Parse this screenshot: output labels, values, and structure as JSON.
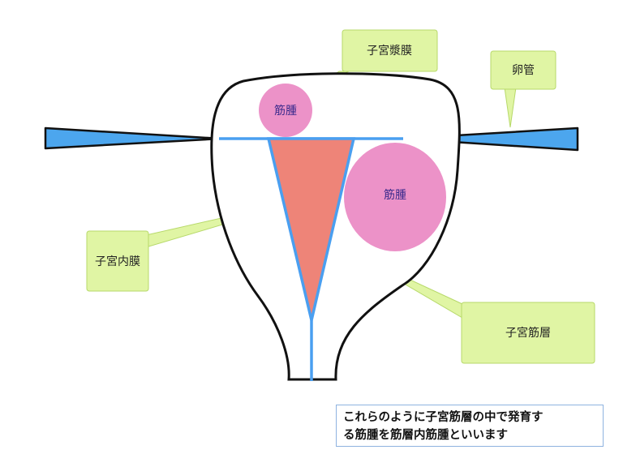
{
  "labels": {
    "serosa": "子宮漿膜",
    "tube": "卵管",
    "endometrium": "子宮内膜",
    "myometrium": "子宮筋層",
    "myoma_small": "筋腫",
    "myoma_large": "筋腫"
  },
  "caption": {
    "line1": "これらのように子宮筋層の中で発育す",
    "line2": "る筋腫を筋層内筋腫といいます"
  },
  "colors": {
    "callout_fill": "#e0f5a4",
    "callout_stroke": "#b7d96a",
    "myoma": "#ec92c8",
    "endometrium": "#ee8478",
    "tube": "#4ca6ee",
    "cavity_line": "#4a9ff0"
  }
}
